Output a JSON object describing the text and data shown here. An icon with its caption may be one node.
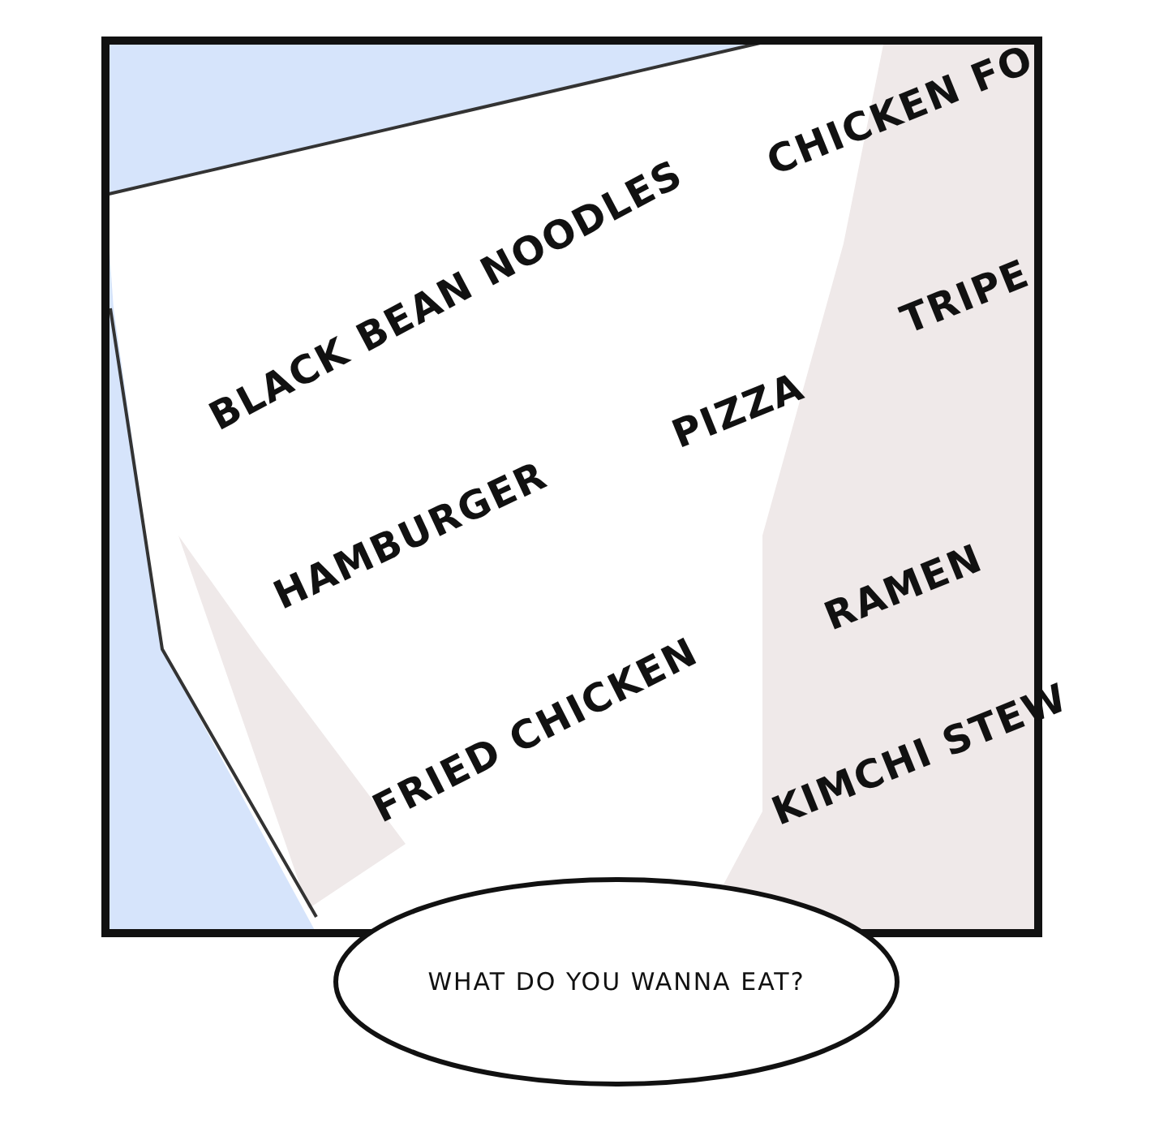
{
  "diagram": {
    "nodes": [
      {
        "text": [
          "WHAT DO YOU WANNA EAT?"
        ]
      }
    ],
    "labels": [
      "CHICKEN FO",
      "BLACK BEAN NOODLES",
      "TRIPE",
      "PIZZA",
      "HAMBURGER",
      "RAMEN",
      "FRIED CHICKEN",
      "KIMCHI STEW"
    ]
  }
}
